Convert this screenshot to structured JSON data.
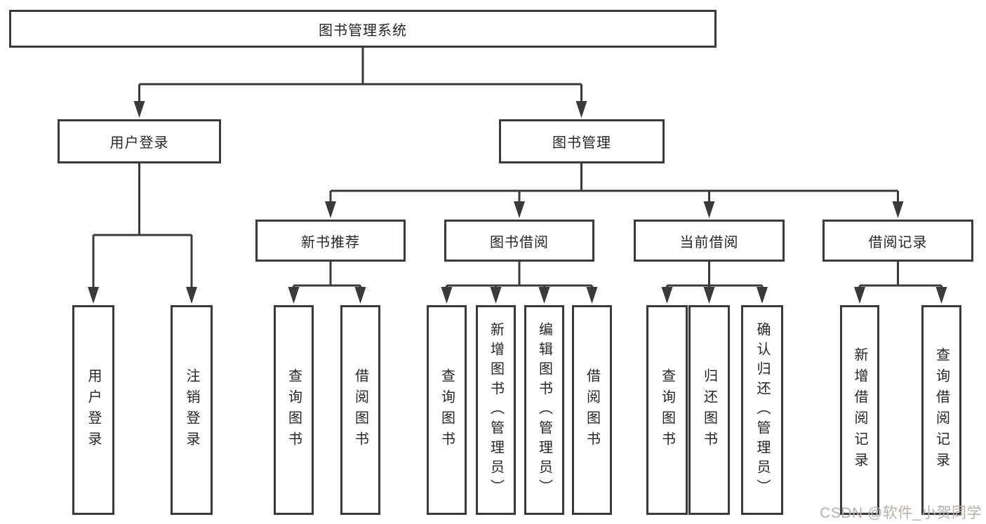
{
  "diagram": {
    "root_label": "图书管理系统",
    "level2": [
      {
        "label": "用户登录",
        "children": [
          "用户登录",
          "注销登录"
        ]
      },
      {
        "label": "图书管理"
      }
    ],
    "level3": [
      {
        "label": "新书推荐",
        "children": [
          "查询图书",
          "借阅图书"
        ]
      },
      {
        "label": "图书借阅",
        "children": [
          "查询图书",
          "新增图书（管理员）",
          "编辑图书（管理员）",
          "借阅图书"
        ]
      },
      {
        "label": "当前借阅",
        "children": [
          "查询图书",
          "归还图书",
          "确认归还（管理员）"
        ]
      },
      {
        "label": "借阅记录",
        "children": [
          "新增借阅记录",
          "查询借阅记录"
        ]
      }
    ]
  },
  "watermark": {
    "text": "CSDN @软件_小贺同学",
    "color": "#b7aeae"
  },
  "colors": {
    "background": "#ffffff",
    "border": "#3a3a3a",
    "line": "#3a3a3a",
    "text": "#262626"
  }
}
